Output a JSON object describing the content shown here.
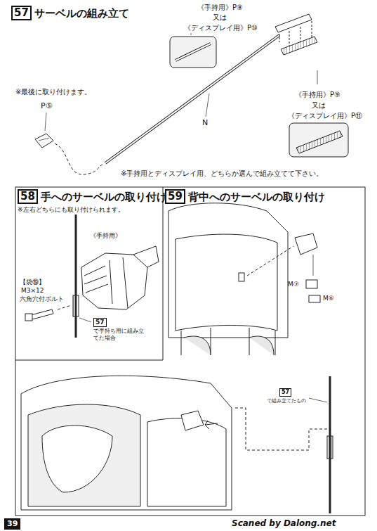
{
  "diagram": {
    "nodes": [
      {
        "text": [
          "57",
          "サーベルの組み立て"
        ]
      },
      {
        "text": [
          "58",
          "手へのサーベルの取り付け"
        ]
      },
      {
        "text": [
          "59",
          "背中へのサーベルの取り付け"
        ]
      }
    ],
    "labels": [
      "《手持用》P⑧",
      "又は",
      "《ディスプレイ用》P⑩",
      "※最後に取り付けます。",
      "P⑤",
      "N",
      "《手持用》P⑨",
      "又は",
      "《ディスプレイ用》P⑪",
      "※手持用とディスプレイ用、どちらか選んで組み立てて下さい。",
      "※左右どちらにも取り付けられます。",
      "《手持用》",
      "【袋⑲】",
      "M3×12",
      "六角穴付ボルト",
      "57",
      "で手持ち用に組み立てた場合",
      "M⑦",
      "M⑥",
      "57",
      "で組み立てたもの",
      "39",
      "Scaned by Dalong.net"
    ]
  }
}
